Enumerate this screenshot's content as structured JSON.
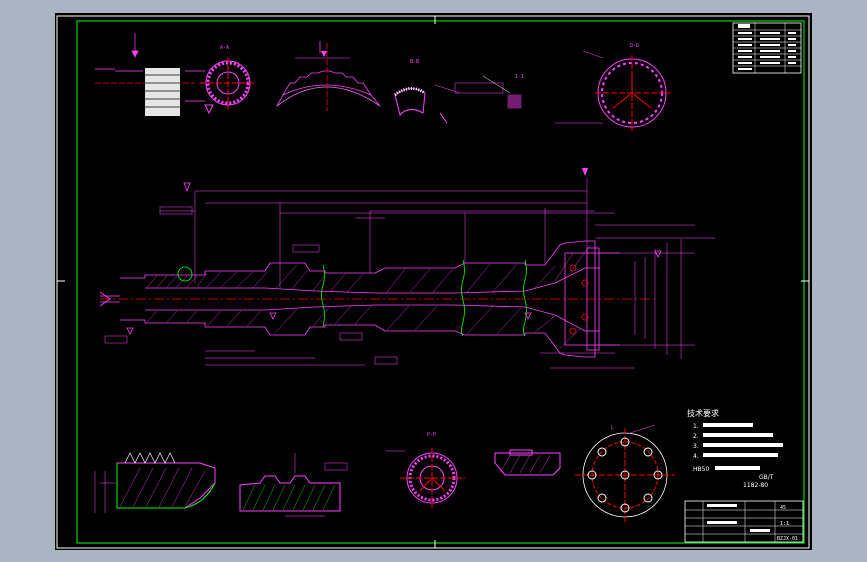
{
  "views": {
    "a_a": "A-A",
    "b_b": "B-B",
    "one_one": "1-1",
    "d_d": "D-D",
    "p_p": "P-P",
    "lr": "L"
  },
  "tech_requirements": {
    "title": "技术要求",
    "lines": [
      "1.",
      "2.",
      "3.",
      "4.",
      "HB50",
      "GB/T",
      "1182-80"
    ]
  },
  "title_block": {
    "material": "45",
    "scale": "1:1",
    "drawing_no": "BZJX-01"
  },
  "colors": {
    "background": "#000000",
    "frame": "#00ff00",
    "lines": "#ff40ff",
    "text": "#ffffff",
    "accent": "#ff0000"
  }
}
